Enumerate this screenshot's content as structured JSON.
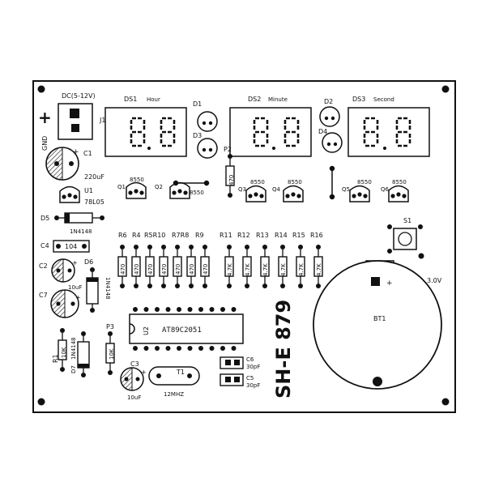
{
  "board": {
    "model": "SH-E 879",
    "colors": {
      "ink": "#111111",
      "paper": "#ffffff",
      "hatch": "#333333"
    }
  },
  "power": {
    "dc_label": "DC(5-12V)",
    "gnd_label": "GND",
    "plus_sign": "+",
    "jack_label": "J1"
  },
  "displays": [
    {
      "ref": "DS1",
      "name": "Hour"
    },
    {
      "ref": "DS2",
      "name": "Minute"
    },
    {
      "ref": "DS3",
      "name": "Second"
    }
  ],
  "leds": [
    {
      "ref": "D1"
    },
    {
      "ref": "D2"
    },
    {
      "ref": "D3"
    },
    {
      "ref": "D4"
    }
  ],
  "capacitors": {
    "c1_ref": "C1",
    "c1_value": "220uF",
    "c2_ref": "C2",
    "c2_value": "10uF",
    "c3_ref": "C3",
    "c3_value": "10uF",
    "c4_ref": "C4",
    "c4_value": "104",
    "c5_ref": "C5",
    "c5_value": "30pF",
    "c6_ref": "C6",
    "c6_value": "30pF",
    "c7_ref": "C7"
  },
  "regulator": {
    "ref": "U1",
    "part": "78L05"
  },
  "diodes": [
    {
      "ref": "D5",
      "part": "1N4148"
    },
    {
      "ref": "D6",
      "part": "1N4148"
    },
    {
      "ref": "D7",
      "part": "1N4148"
    }
  ],
  "transistors": [
    {
      "ref": "Q1",
      "part": "8550"
    },
    {
      "ref": "Q2",
      "part": "8550"
    },
    {
      "ref": "Q3",
      "part": "8550"
    },
    {
      "ref": "Q4",
      "part": "8550"
    },
    {
      "ref": "Q5",
      "part": "8550"
    },
    {
      "ref": "Q6",
      "part": "8550"
    }
  ],
  "resistors_left": {
    "labels": [
      "R6",
      "R4",
      "R5R10",
      "R7R8",
      "R9"
    ],
    "values": [
      "470",
      "470",
      "470",
      "470",
      "470",
      "470",
      "470"
    ]
  },
  "resistors_right": {
    "labels": [
      "R11",
      "R12",
      "R13",
      "R14",
      "R15",
      "R16"
    ],
    "values": [
      "4.7K",
      "4.7K",
      "4.7K",
      "4.7K",
      "4.7K",
      "4.7K"
    ]
  },
  "p2": {
    "ref": "P2",
    "value": "470"
  },
  "p3": {
    "ref": "P3",
    "value": "10K"
  },
  "r1": {
    "ref": "R1",
    "value": "10K"
  },
  "mcu": {
    "ref": "U2",
    "part": "AT89C2051"
  },
  "crystal": {
    "ref": "T1",
    "value": "12MHZ"
  },
  "switch": {
    "ref": "S1"
  },
  "battery": {
    "ref": "BT1",
    "voltage": "3.0V",
    "plus_sign": "+"
  }
}
